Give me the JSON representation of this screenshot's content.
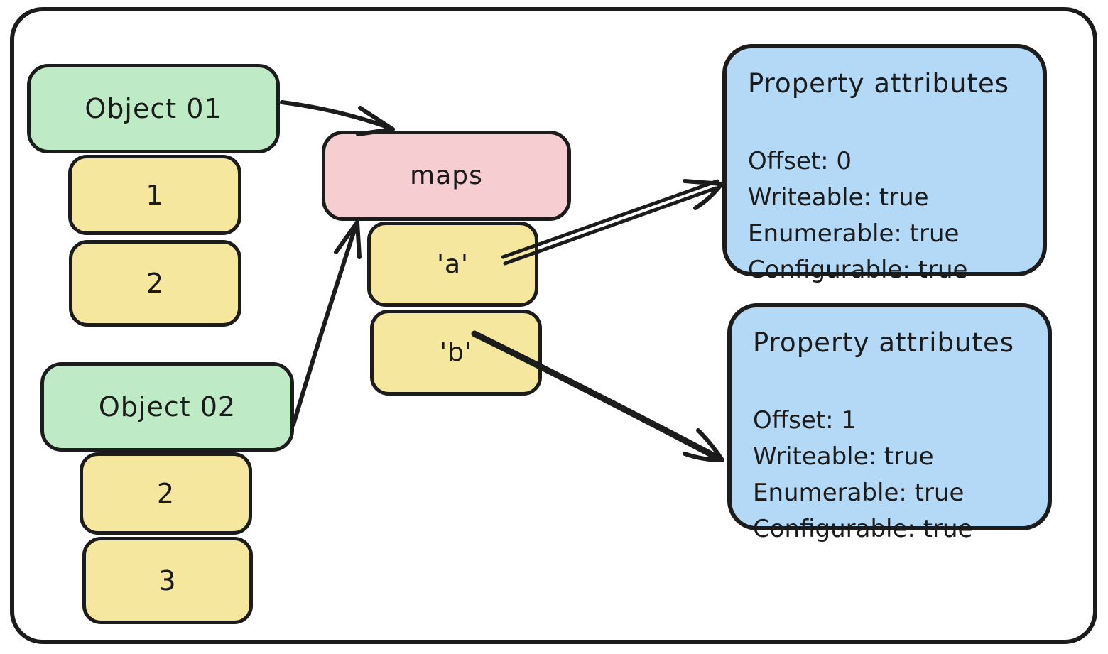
{
  "object1": {
    "label": "Object 01",
    "slots": [
      "1",
      "2"
    ]
  },
  "object2": {
    "label": "Object 02",
    "slots": [
      "2",
      "3"
    ]
  },
  "maps": {
    "label": "maps",
    "keys": [
      "'a'",
      "'b'"
    ]
  },
  "attrs1": {
    "title": "Property attributes",
    "lines": [
      "Offset: 0",
      "Writeable: true",
      "Enumerable: true",
      "Configurable: true"
    ]
  },
  "attrs2": {
    "title": "Property attributes",
    "lines": [
      "Offset: 1",
      "Writeable: true",
      "Enumerable: true",
      "Configurable: true"
    ]
  },
  "colors": {
    "green": "#bfeac6",
    "yellow": "#f5e79e",
    "pink": "#f6cdd1",
    "blue": "#b4d9f7",
    "stroke": "#1c1c1c",
    "background": "#ffffff"
  }
}
